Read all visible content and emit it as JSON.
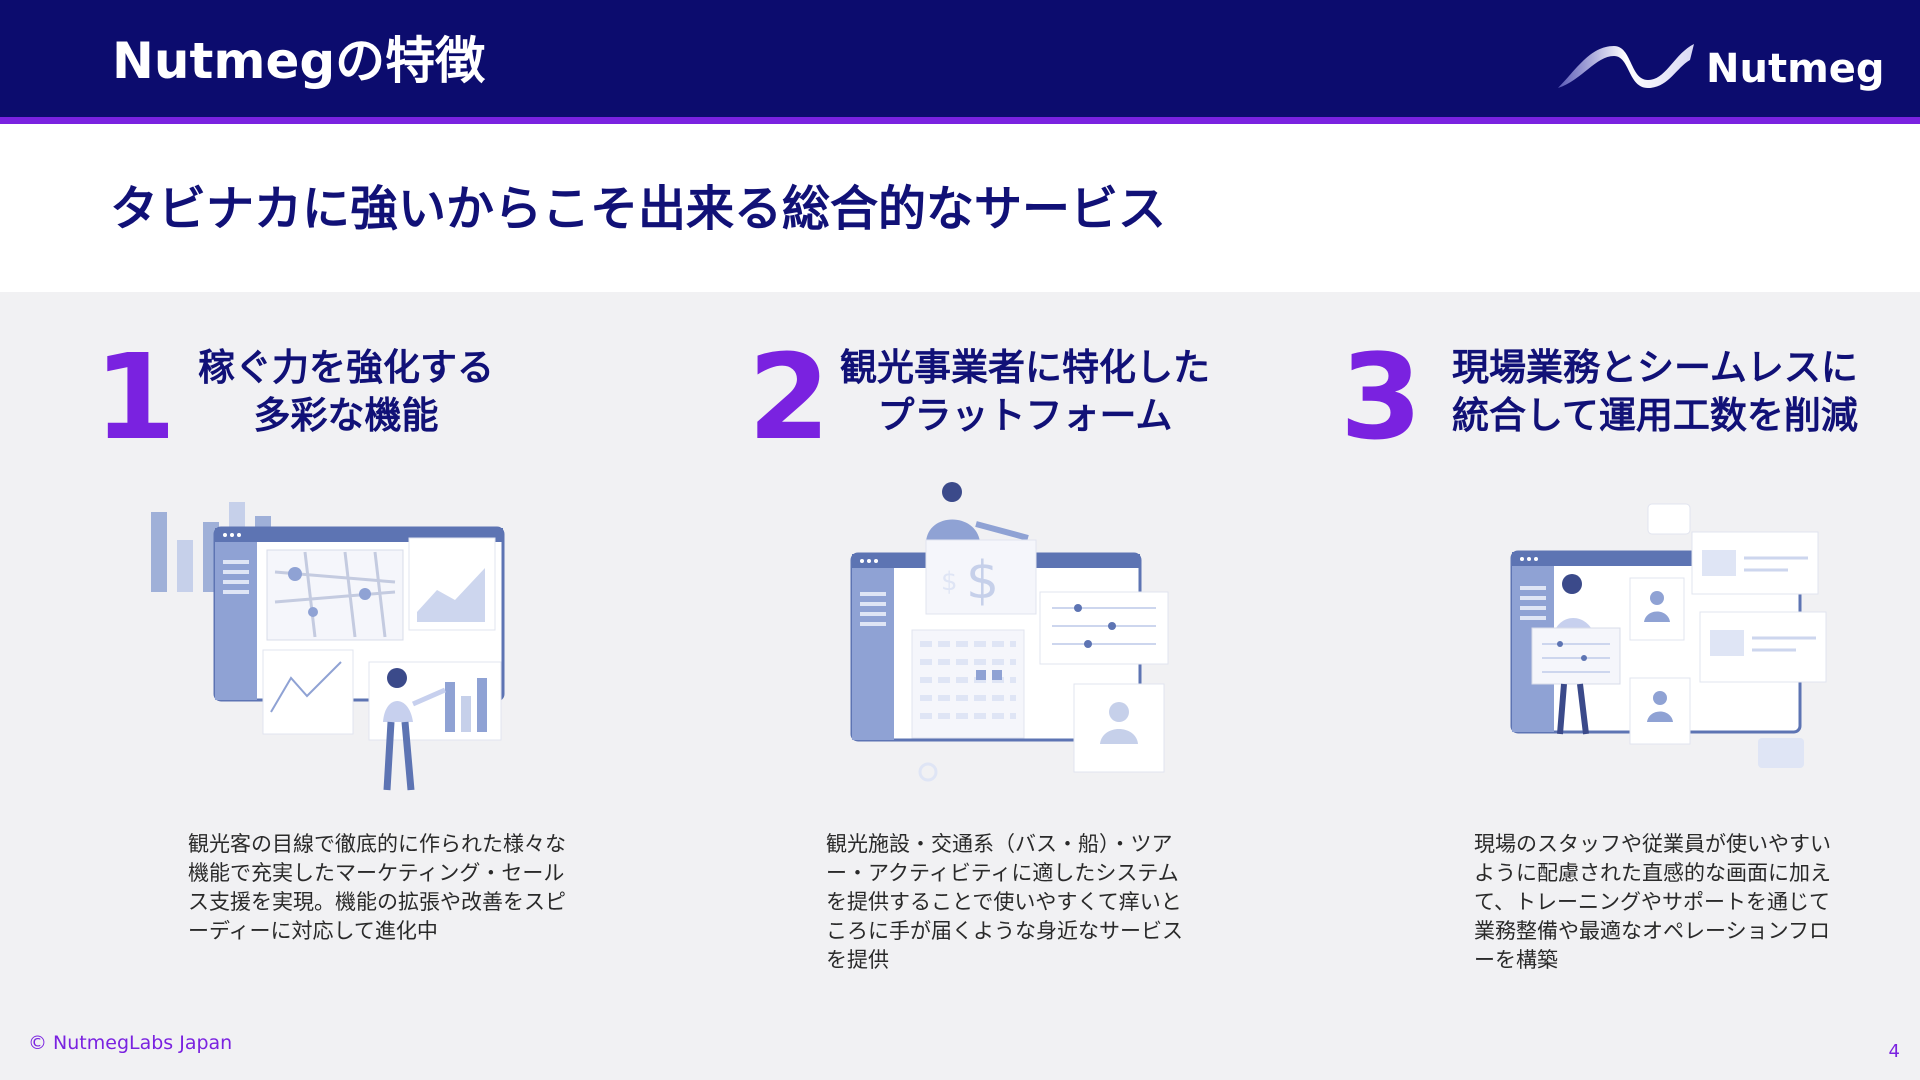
{
  "header": {
    "title": "Nutmegの特徴",
    "logo_text": "Nutmeg",
    "logo_icon": "nutmeg-wave-logo-icon"
  },
  "subtitle": "タビナカに強いからこそ出来る総合的なサービス",
  "features": [
    {
      "number": "1",
      "heading_lines": [
        "稼ぐ力を強化する",
        "多彩な機能"
      ],
      "illustration_icon": "marketing-dashboard-illustration-icon",
      "text": "観光客の目線で徹底的に作られた様々な機能で充実したマーケティング・セールス支援を実現。機能の拡張や改善をスピーディーに対応して進化中"
    },
    {
      "number": "2",
      "heading_lines": [
        "観光事業者に特化した",
        "プラットフォーム"
      ],
      "illustration_icon": "booking-platform-illustration-icon",
      "text": "観光施設・交通系（バス・船）・ツアー・アクティビティに適したシステムを提供することで使いやすくて痒いところに手が届くような身近なサービスを提供"
    },
    {
      "number": "3",
      "heading_lines": [
        "現場業務とシームレスに",
        "統合して運用工数を削減"
      ],
      "illustration_icon": "operations-workflow-illustration-icon",
      "text": "現場のスタッフや従業員が使いやすいように配慮された直感的な画面に加えて、トレーニングやサポートを通じて業務整備や最適なオペレーションフローを構築"
    }
  ],
  "footer": {
    "copyright": "© NutmegLabs Japan",
    "page_number": "4"
  },
  "colors": {
    "header_bg": "#0c0c6e",
    "accent": "#7a22e0",
    "heading_text": "#111177",
    "panel_bg": "#f1f1f3"
  }
}
